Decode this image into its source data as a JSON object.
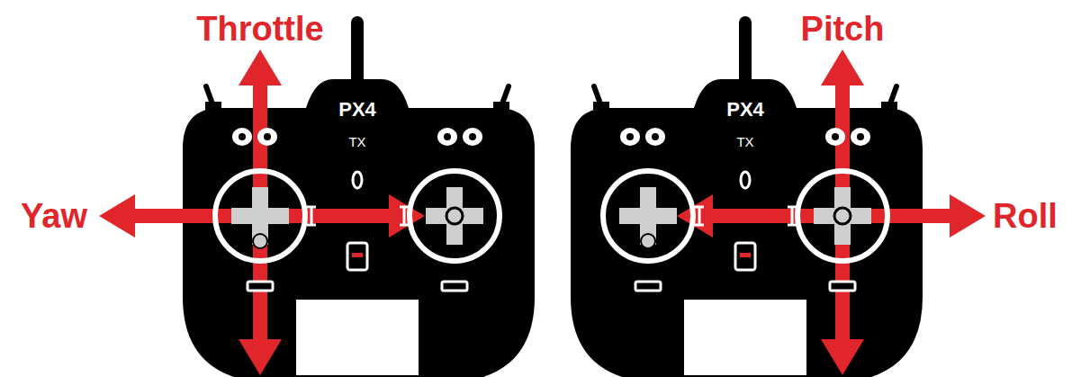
{
  "diagram": {
    "nodes": [
      {
        "text": [
          "PX4",
          "TX"
        ]
      },
      {
        "text": [
          "PX4",
          "TX"
        ]
      }
    ],
    "labels": [
      "Throttle",
      "Yaw",
      "Pitch",
      "Roll"
    ]
  }
}
